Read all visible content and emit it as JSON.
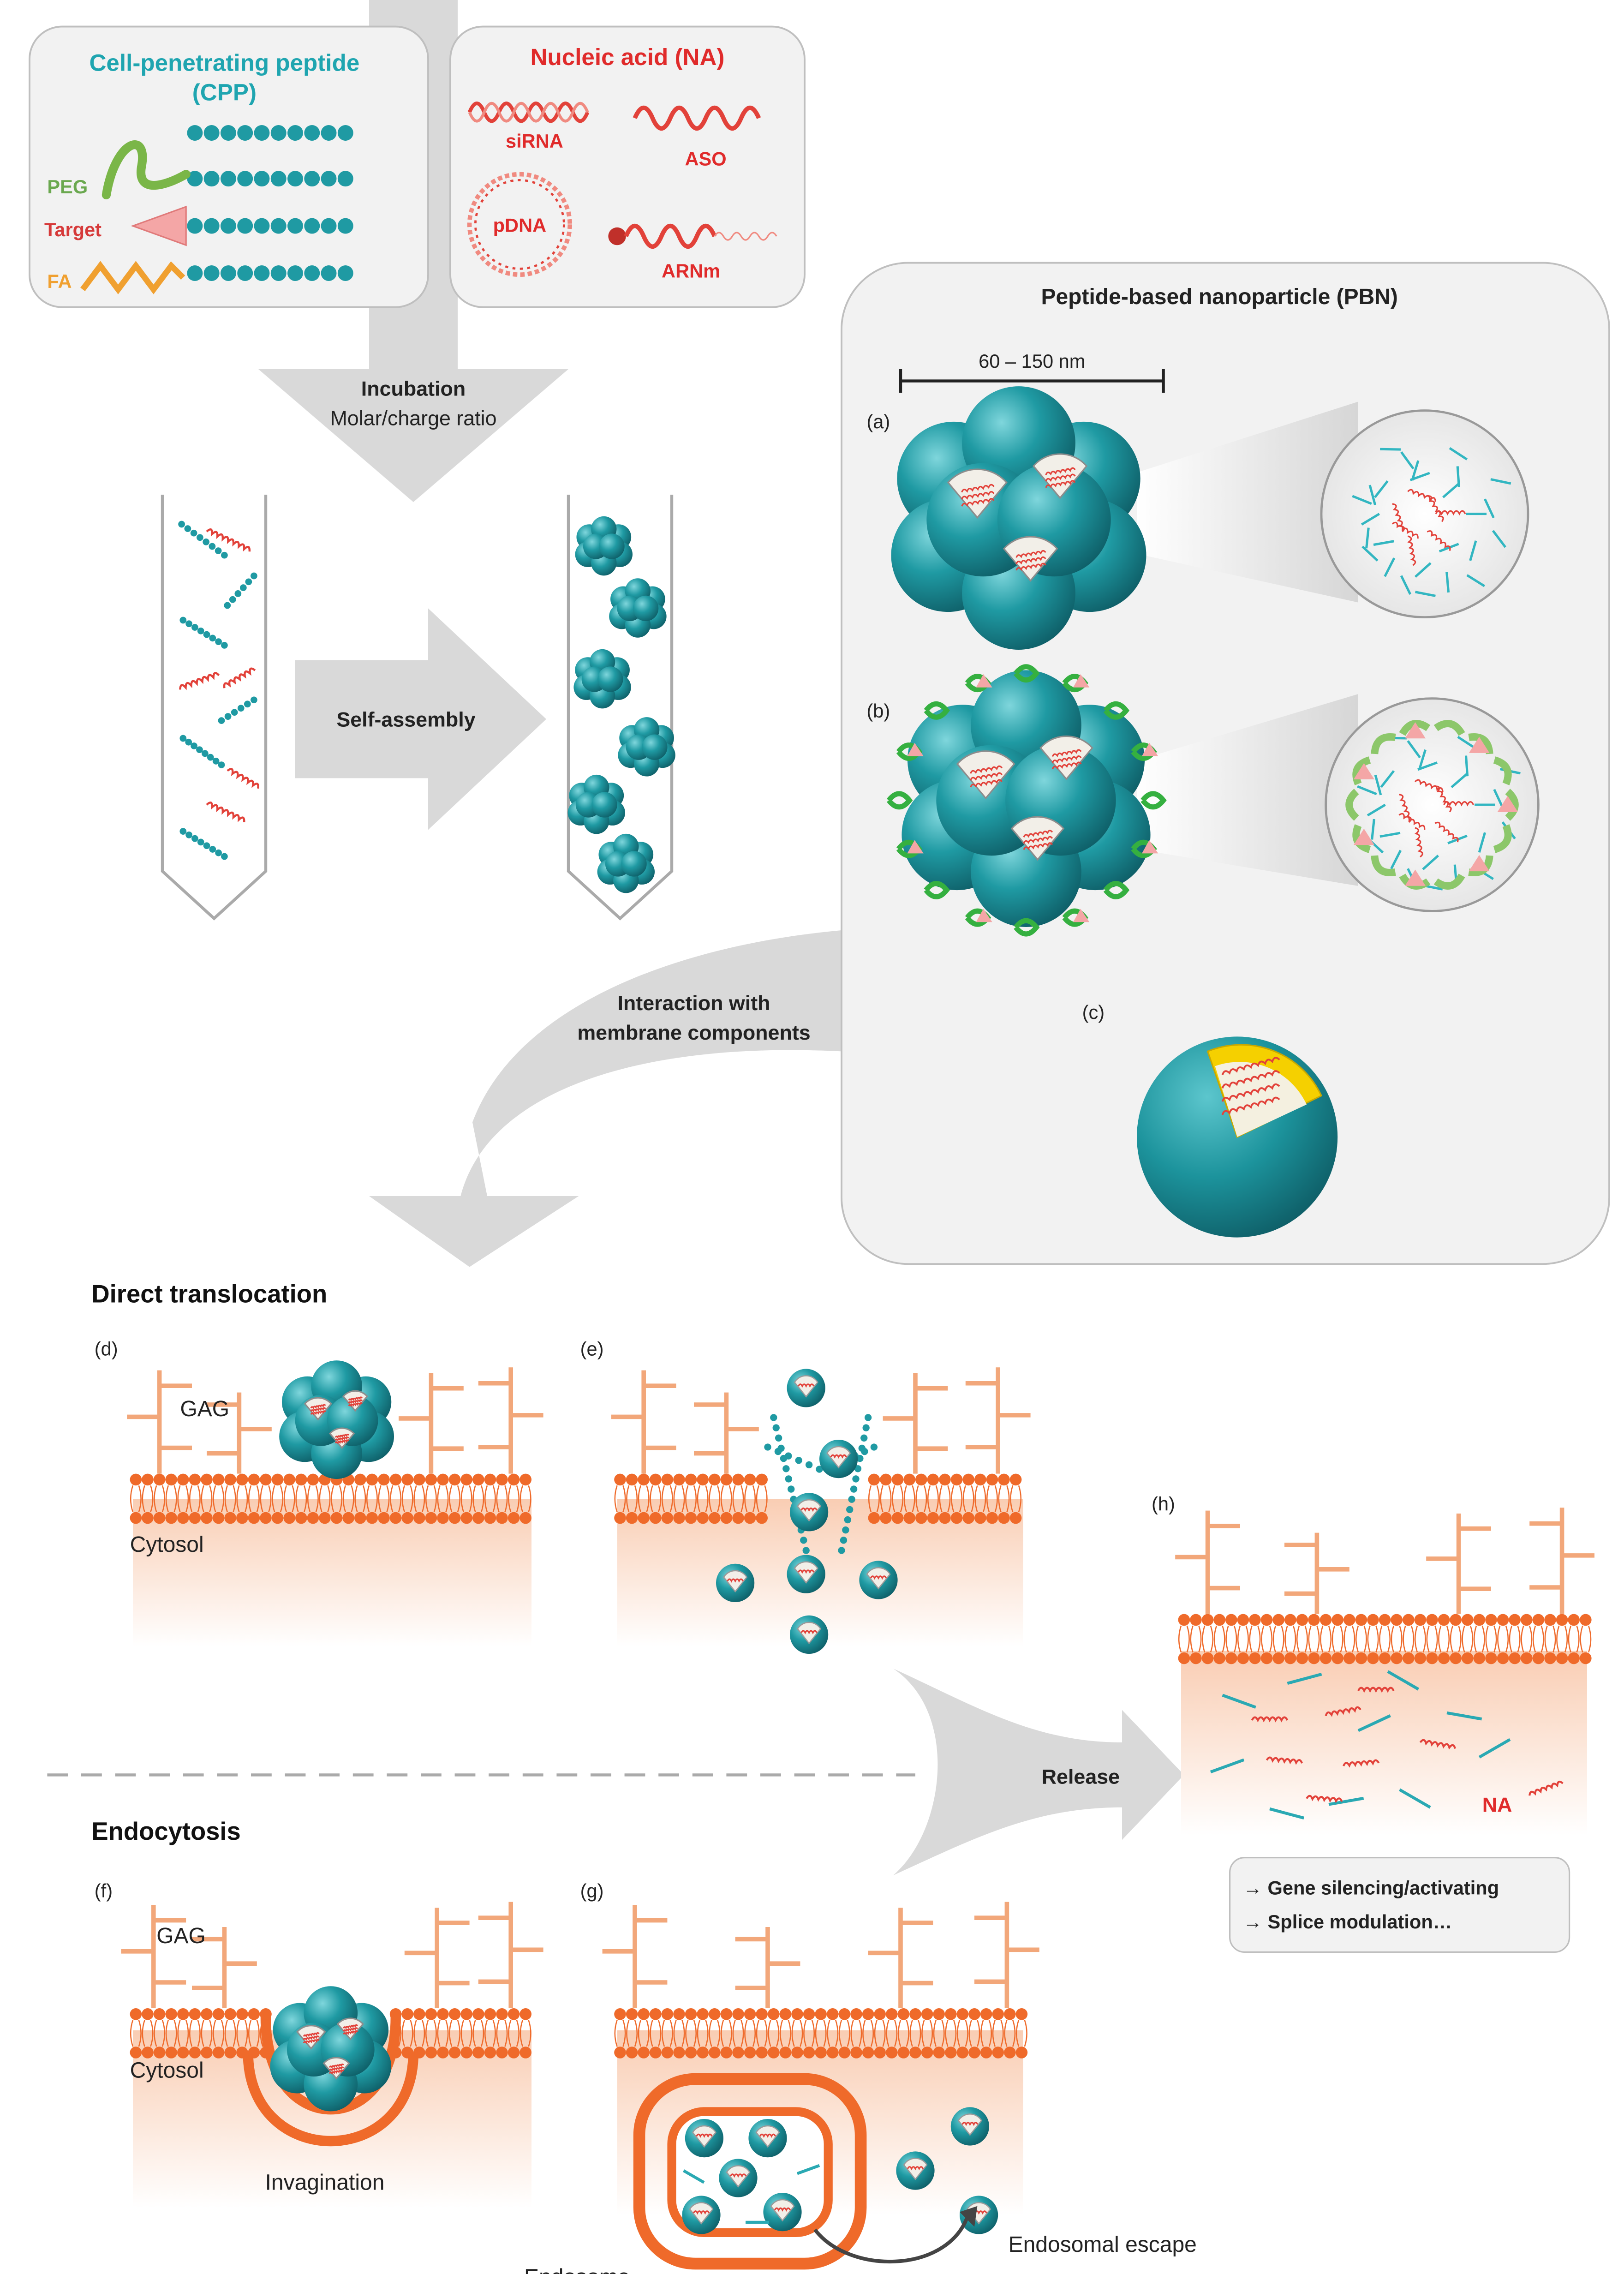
{
  "cpp": {
    "title_line1": "Cell-penetrating peptide",
    "title_line2": "(CPP)",
    "label_peg": "PEG",
    "label_target": "Target",
    "label_fa": "FA"
  },
  "na": {
    "title": "Nucleic acid (NA)",
    "label_sirna": "siRNA",
    "label_aso": "ASO",
    "label_pdna": "pDNA",
    "label_arnm": "ARNm"
  },
  "incubation": {
    "title": "Incubation",
    "subtitle": "Molar/charge ratio"
  },
  "self_assembly": {
    "label": "Self-assembly"
  },
  "pbn": {
    "title": "Peptide-based nanoparticle (PBN)",
    "scale_label": "60 – 150 nm",
    "panel_a": "(a)",
    "panel_b": "(b)",
    "panel_c": "(c)"
  },
  "interaction": {
    "line1": "Interaction with",
    "line2": "membrane components"
  },
  "direct": {
    "title": "Direct translocation",
    "panel_d": "(d)",
    "panel_e": "(e)",
    "gag": "GAG",
    "cytosol": "Cytosol"
  },
  "release": {
    "label": "Release",
    "panel_h": "(h)",
    "na_label": "NA"
  },
  "outcomes": {
    "line1": "→  Gene silencing/activating",
    "line2": "→  Splice modulation…"
  },
  "endocytosis": {
    "title": "Endocytosis",
    "panel_f": "(f)",
    "panel_g": "(g)",
    "gag": "GAG",
    "cytosol": "Cytosol",
    "invagination": "Invagination",
    "endosome": "Endosome",
    "escape": "Endosomal escape"
  },
  "colors": {
    "teal": "#1f9aa3",
    "teal_dark": "#157983",
    "na_red": "#e2423a",
    "peg_green": "#6aa84f",
    "target_pink": "#f4a6a6",
    "fa_orange": "#f0a030",
    "membrane_orange": "#ef6a2a",
    "gag_orange": "#f2a77a",
    "arrow_grey": "#d9d9d9",
    "panel_grey": "#f2f2f2"
  }
}
